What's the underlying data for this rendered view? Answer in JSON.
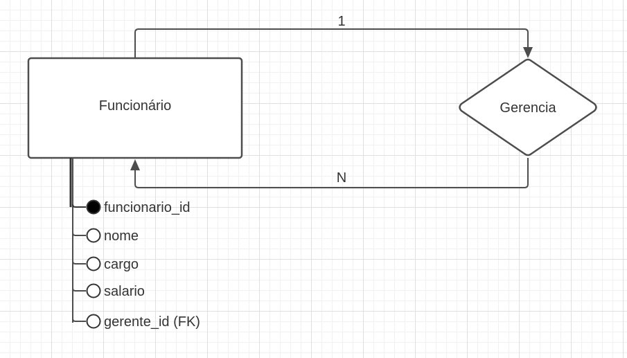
{
  "entity": {
    "name": "Funcionário"
  },
  "relationship": {
    "name": "Gerencia"
  },
  "cardinality": {
    "top": "1",
    "bottom": "N"
  },
  "attributes": [
    {
      "name": "funcionario_id",
      "key": true
    },
    {
      "name": "nome",
      "key": false
    },
    {
      "name": "cargo",
      "key": false
    },
    {
      "name": "salario",
      "key": false
    },
    {
      "name": "gerente_id (FK)",
      "key": false
    }
  ],
  "colors": {
    "stroke": "#4d4d4d",
    "text": "#333333",
    "key_fill": "#000000",
    "attr_fill": "#ffffff"
  }
}
